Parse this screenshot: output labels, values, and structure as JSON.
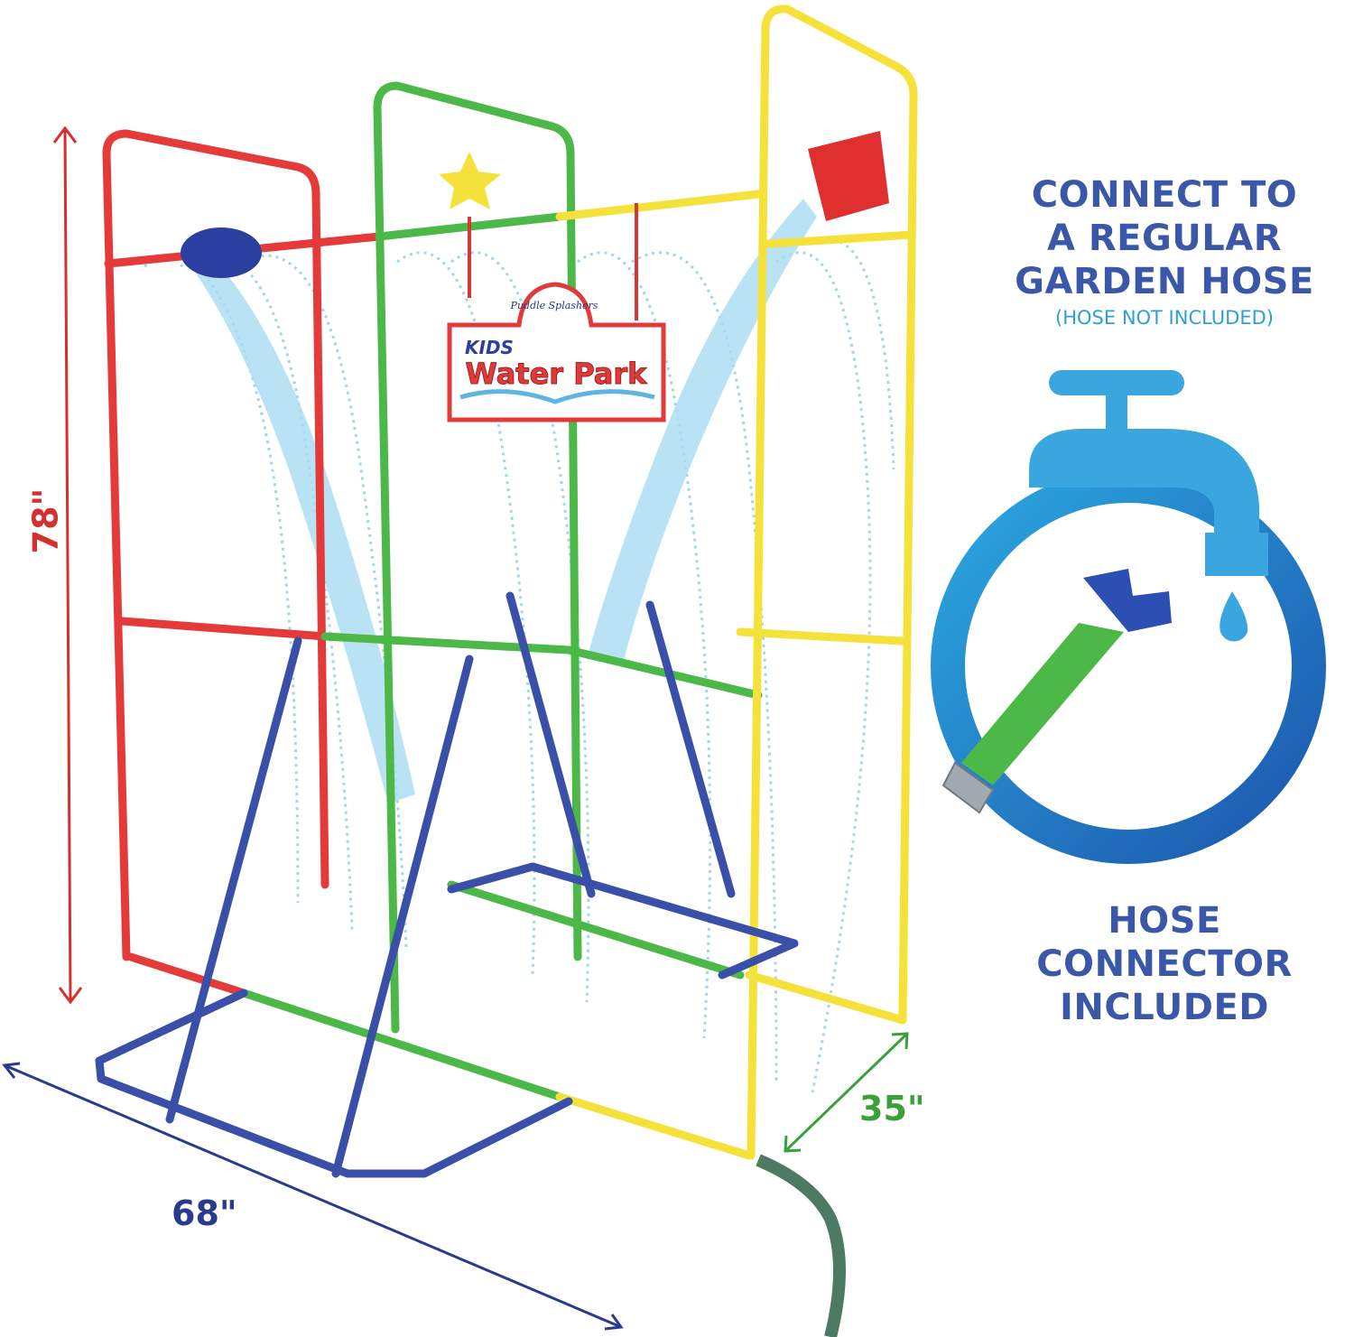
{
  "callout_top": {
    "lines": [
      "CONNECT TO",
      "A REGULAR",
      "GARDEN HOSE"
    ],
    "note": "(HOSE NOT INCLUDED)"
  },
  "callout_bottom": {
    "lines": [
      "HOSE",
      "CONNECTOR",
      "INCLUDED"
    ]
  },
  "dimensions": {
    "height": "78\"",
    "width": "68\"",
    "depth": "35\""
  },
  "sign": {
    "brand": "Puddle Splashers",
    "kids": "KIDS",
    "title": "Water Park"
  },
  "colors": {
    "headline": "#3b58a8",
    "note": "#2e9fd6",
    "red_pipe": "#e53a3a",
    "green_pipe": "#4cb848",
    "yellow_pipe": "#f4e23a",
    "blue_pipe": "#3a4fa8",
    "water": "#8fd0ec"
  }
}
